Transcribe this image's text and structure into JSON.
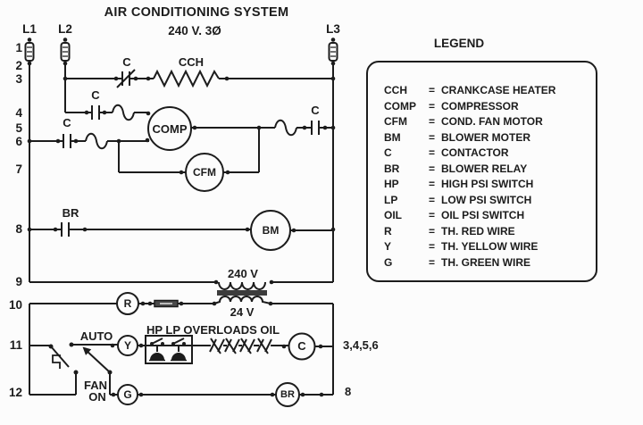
{
  "title": {
    "line1": "AIR CONDITIONING SYSTEM",
    "line2": "240 V. 3Ø"
  },
  "rails": {
    "l1": "L1",
    "l2": "L2",
    "l3": "L3"
  },
  "row_numbers": [
    "1",
    "2",
    "3",
    "4",
    "5",
    "6",
    "7",
    "8",
    "9",
    "10",
    "11",
    "12"
  ],
  "labels": {
    "c_row3": "C",
    "cch": "CCH",
    "c_row4": "C",
    "c_row5": "C",
    "c_row6": "C",
    "br_row8": "BR",
    "primary_v": "240 V",
    "secondary_v": "24 V",
    "auto": "AUTO",
    "fan": "FAN",
    "on": "ON",
    "switch_row": "HP LP OVERLOADS OIL",
    "row11_ref": "3,4,5,6",
    "row12_ref": "8"
  },
  "devices": {
    "comp": "COMP",
    "cfm": "CFM",
    "bm": "BM",
    "r": "R",
    "y": "Y",
    "g": "G",
    "c_coil": "C",
    "br_coil": "BR"
  },
  "legend": {
    "title": "LEGEND",
    "eq": "=",
    "items": [
      {
        "abbr": "CCH",
        "desc": "CRANKCASE HEATER"
      },
      {
        "abbr": "COMP",
        "desc": "COMPRESSOR"
      },
      {
        "abbr": "CFM",
        "desc": "COND. FAN MOTOR"
      },
      {
        "abbr": "BM",
        "desc": "BLOWER MOTER"
      },
      {
        "abbr": "C",
        "desc": "CONTACTOR"
      },
      {
        "abbr": "BR",
        "desc": "BLOWER RELAY"
      },
      {
        "abbr": "HP",
        "desc": "HIGH PSI SWITCH"
      },
      {
        "abbr": "LP",
        "desc": "LOW PSI SWITCH"
      },
      {
        "abbr": "OIL",
        "desc": "OIL PSI SWITCH"
      },
      {
        "abbr": "R",
        "desc": "TH. RED WIRE"
      },
      {
        "abbr": "Y",
        "desc": "TH. YELLOW WIRE"
      },
      {
        "abbr": "G",
        "desc": "TH. GREEN WIRE"
      }
    ]
  },
  "colors": {
    "ink": "#1c1c1c",
    "bg": "#fcfcfc",
    "core": "#3c3c3c"
  }
}
